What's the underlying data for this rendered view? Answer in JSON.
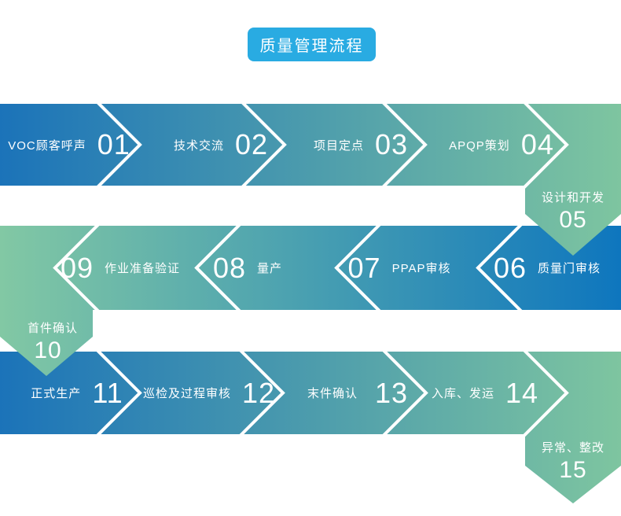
{
  "title": "质量管理流程",
  "colors": {
    "badge_blue": "#29ABE2",
    "band_blue": "#1B73B9",
    "band_green": "#7EC5A0",
    "row2_green": "#82C8A4",
    "row2_blue": "#0E76BE",
    "text": "#FFFFFF"
  },
  "steps": [
    {
      "number": "01",
      "label": "VOC顾客呼声"
    },
    {
      "number": "02",
      "label": "技术交流"
    },
    {
      "number": "03",
      "label": "项目定点"
    },
    {
      "number": "04",
      "label": "APQP策划"
    },
    {
      "number": "05",
      "label": "设计和开发"
    },
    {
      "number": "06",
      "label": "质量门审核"
    },
    {
      "number": "07",
      "label": "PPAP审核"
    },
    {
      "number": "08",
      "label": "量产"
    },
    {
      "number": "09",
      "label": "作业准备验证"
    },
    {
      "number": "10",
      "label": "首件确认"
    },
    {
      "number": "11",
      "label": "正式生产"
    },
    {
      "number": "12",
      "label": "巡检及过程审核"
    },
    {
      "number": "13",
      "label": "末件确认"
    },
    {
      "number": "14",
      "label": "入库、发运"
    },
    {
      "number": "15",
      "label": "异常、整改"
    }
  ]
}
